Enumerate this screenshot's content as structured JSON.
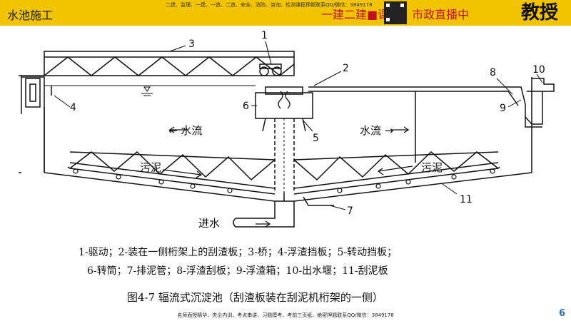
{
  "header": {
    "title": "水池施工",
    "promo_line1": "二建、监理、一建、一造、二造、安全、消防、咨询、检测课程押题联系QQ/微信：3849178",
    "promo_line2": "一建二建",
    "promo_big": "一建二建■课啦！市政直播中",
    "logo_text": "教授"
  },
  "diagram": {
    "numbers": [
      "1",
      "2",
      "3",
      "4",
      "5",
      "6",
      "7",
      "8",
      "9",
      "10",
      "11"
    ],
    "labels": {
      "flow_left": "← 水流",
      "flow_right": "水流 →",
      "sludge_left": "污泥",
      "sludge_right": "污泥",
      "inlet": "进水"
    },
    "colors": {
      "stroke": "#111111",
      "background": "#ffffff"
    }
  },
  "legend": {
    "line1": "1-驱动；2-装在一侧桁架上的刮渣板；3-桥；4-浮渣挡板；5-转动挡板；",
    "line2": "6-转筒；7-排泥管；8-浮渣刮板；9-浮渣箱；10-出水堰；11-刮泥板"
  },
  "caption": "图4-7  辐流式沉淀池（刮渣板装在刮泥机桁架的一侧）",
  "footer": {
    "text": "名师面授精华、央企内训、考点串讲、习题模考、考前三页纸、绝密押题联系QQ/微信：3849178",
    "page": "6"
  }
}
